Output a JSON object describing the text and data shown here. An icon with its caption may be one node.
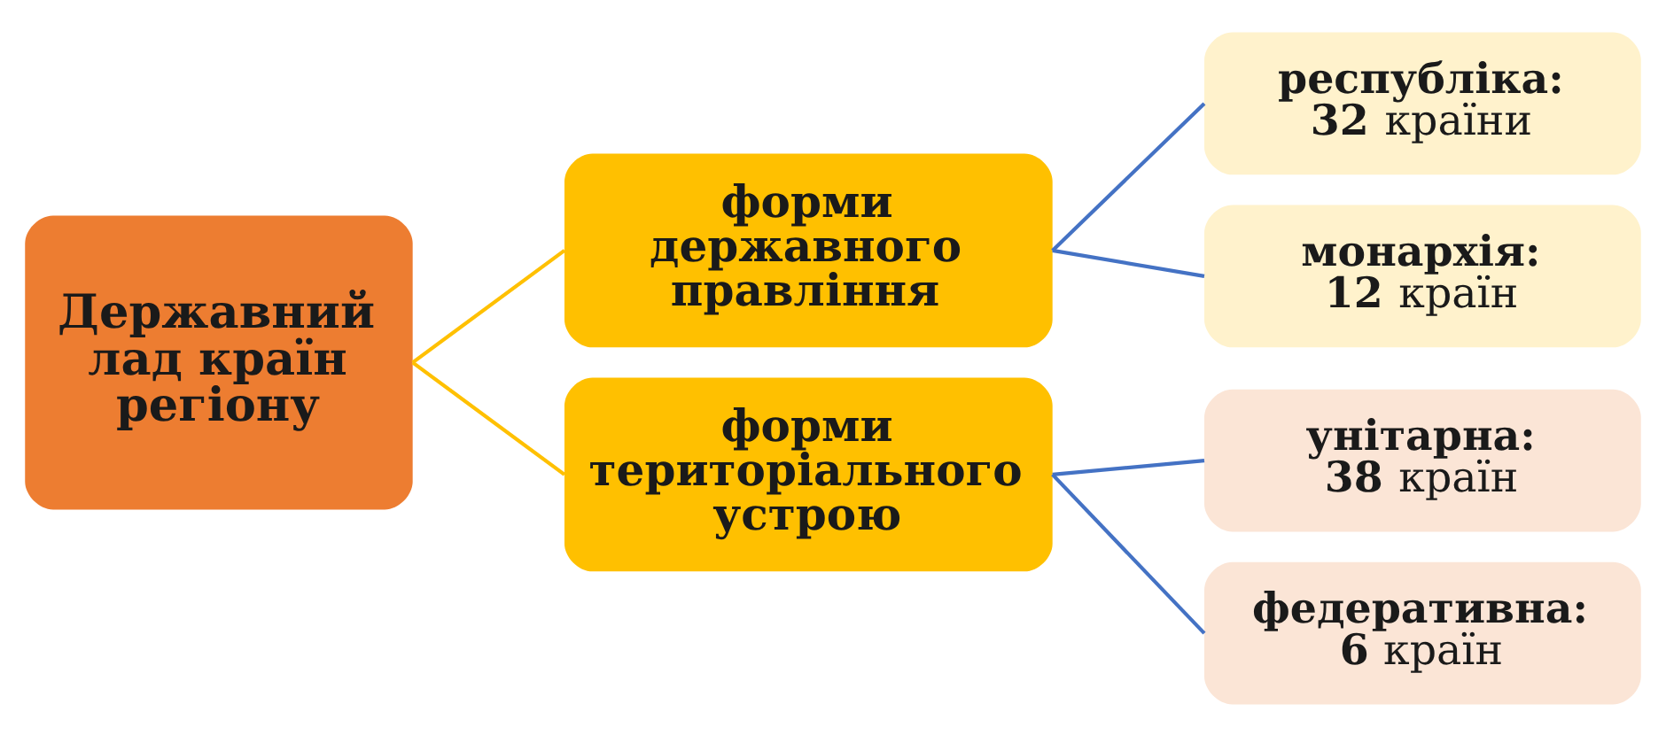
{
  "diagram": {
    "nodes": [
      {
        "text": [
          "Державний лад країн регіону"
        ]
      },
      {
        "text": [
          "форми державного правління"
        ]
      },
      {
        "text": [
          "республіка:",
          "**32** країни"
        ]
      },
      {
        "text": [
          "монархія:",
          "**12** країн"
        ]
      },
      {
        "text": [
          "форми територіального устрою"
        ]
      },
      {
        "text": [
          "унітарна:",
          "**38** країн"
        ]
      },
      {
        "text": [
          "федеративна:",
          "**6** країн"
        ]
      }
    ],
    "edges": [
      {
        "from": 0,
        "to": 1,
        "arrow": "none",
        "color": "#ffc000"
      },
      {
        "from": 1,
        "to": 2,
        "arrow": "none"
      },
      {
        "from": 1,
        "to": 3,
        "arrow": "none"
      },
      {
        "from": 0,
        "to": 4,
        "arrow": "none",
        "color": "#ffc000"
      },
      {
        "from": 4,
        "to": 5,
        "arrow": "none"
      },
      {
        "from": 4,
        "to": 6,
        "arrow": "none"
      }
    ]
  }
}
